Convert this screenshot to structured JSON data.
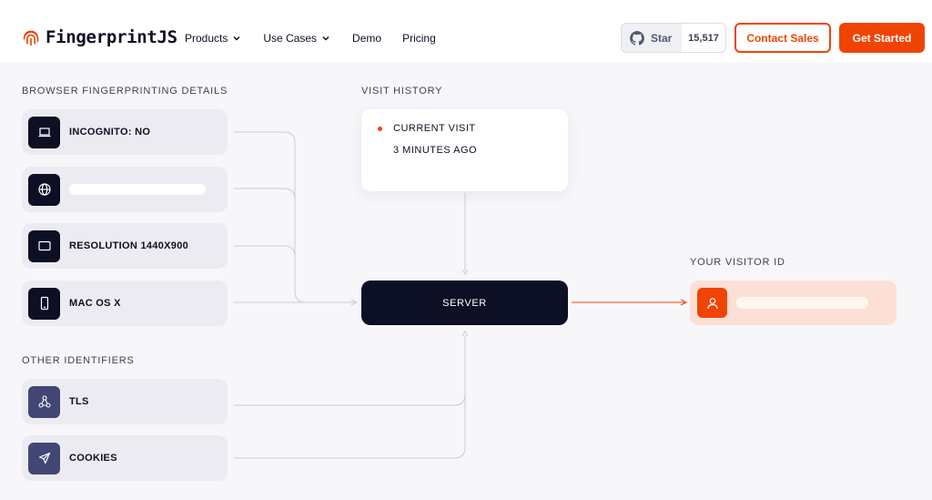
{
  "header": {
    "logo_text": "FingerprintJS",
    "nav": [
      {
        "label": "Products",
        "has_dropdown": true
      },
      {
        "label": "Use Cases",
        "has_dropdown": true
      },
      {
        "label": "Demo",
        "has_dropdown": false
      },
      {
        "label": "Pricing",
        "has_dropdown": false
      }
    ],
    "github": {
      "star_label": "Star",
      "count": "15,517",
      "icon": "github-icon"
    },
    "contact_label": "Contact Sales",
    "start_label": "Get Started"
  },
  "details": {
    "title": "BROWSER FINGERPRINTING DETAILS",
    "items": [
      {
        "label": "INCOGNITO: NO",
        "icon": "laptop-icon"
      },
      {
        "label": "",
        "icon": "globe-icon",
        "redacted": true
      },
      {
        "label": "RESOLUTION 1440X900",
        "icon": "monitor-icon"
      },
      {
        "label": "MAC OS X",
        "icon": "phone-icon"
      }
    ]
  },
  "other": {
    "title": "OTHER IDENTIFIERS",
    "items": [
      {
        "label": "TLS",
        "icon": "network-icon"
      },
      {
        "label": "COOKIES",
        "icon": "send-icon"
      }
    ]
  },
  "history": {
    "title": "VISIT HISTORY",
    "current": "CURRENT VISIT",
    "time": "3 MINUTES AGO"
  },
  "server_label": "SERVER",
  "visitor": {
    "title": "YOUR VISITOR ID",
    "icon": "user-icon",
    "redacted": true
  },
  "colors": {
    "accent": "#f04405",
    "dark": "#0d0f24",
    "card": "#ebebf1",
    "visitor_bg": "#fde0d5"
  }
}
